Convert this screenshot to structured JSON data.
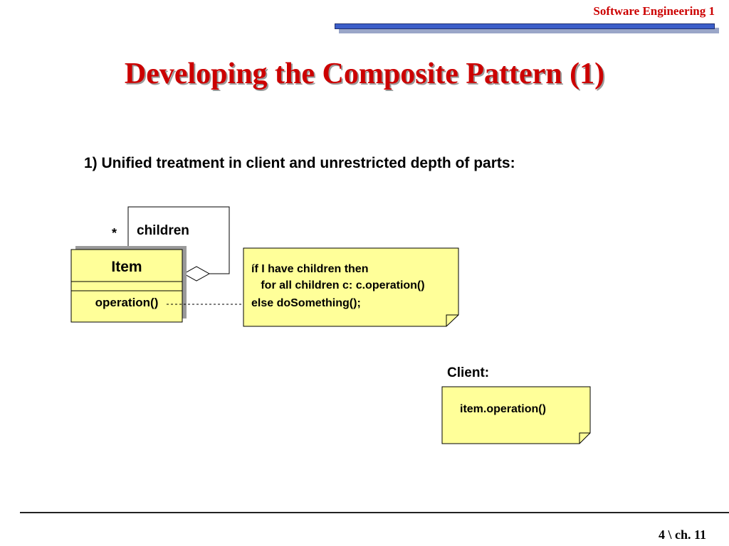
{
  "header": {
    "course": "Software Engineering 1"
  },
  "slide": {
    "title": "Developing the Composite Pattern (1)",
    "subtitle": "1) Unified treatment in client and unrestricted depth of parts:"
  },
  "diagram": {
    "association": {
      "multiplicity": "*",
      "role": "children"
    },
    "item_class": {
      "name": "Item",
      "operation": "operation()"
    },
    "note": {
      "lines": [
        "íf I have children then",
        "   for all children c: c.operation()",
        "else doSomething();"
      ]
    },
    "client": {
      "label": "Client:",
      "code": "item.operation()"
    }
  },
  "footer": {
    "slide_number": "4 \\ ch. 11"
  },
  "colors": {
    "accent_red": "#cc0000",
    "note_fill": "#ffff99",
    "header_bar": "#3b5ec9"
  }
}
